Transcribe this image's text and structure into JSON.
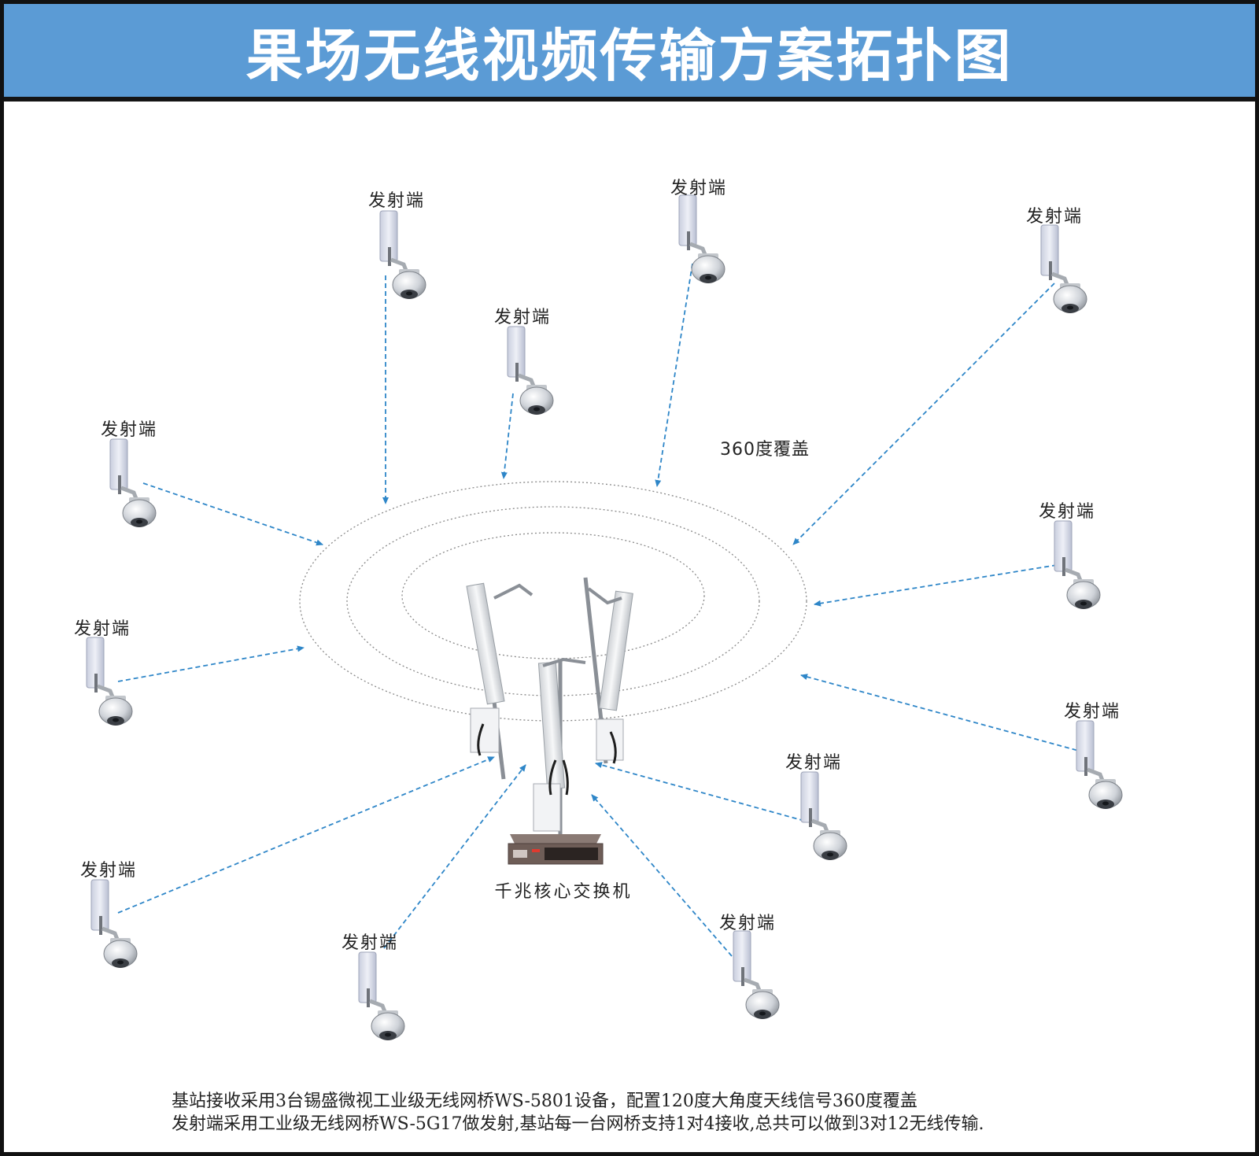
{
  "title": "果场无线视频传输方案拓扑图",
  "coverage_label": "360度覆盖",
  "switch_label": "千兆核心交换机",
  "footer": {
    "line1": "基站接收采用3台锡盛微视工业级无线网桥WS-5801设备，配置120度大角度天线信号360度覆盖",
    "line2": "发射端采用工业级无线网桥WS-5G17做发射,基站每一台网桥支持1对4接收,总共可以做到3对12无线传输."
  },
  "transmitters": [
    {
      "label": "发射端"
    },
    {
      "label": "发射端"
    },
    {
      "label": "发射端"
    },
    {
      "label": "发射端"
    },
    {
      "label": "发射端"
    },
    {
      "label": "发射端"
    },
    {
      "label": "发射端"
    },
    {
      "label": "发射端"
    },
    {
      "label": "发射端"
    },
    {
      "label": "发射端"
    },
    {
      "label": "发射端"
    },
    {
      "label": "发射端"
    }
  ],
  "colors": {
    "banner": "#5b9bd5",
    "link": "#2e86c8",
    "ring": "#8a8a8a"
  },
  "icons": {
    "transmitter": "bridge-antenna-with-dome-camera-icon",
    "base_station": "sector-antenna-tower-icon",
    "switch": "network-switch-icon"
  }
}
